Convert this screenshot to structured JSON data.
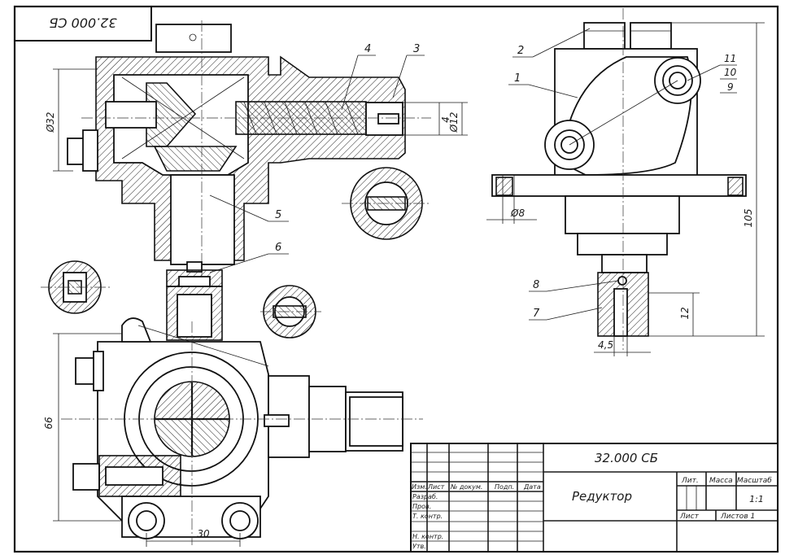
{
  "stamp": {
    "code_mirrored": "32.000 СБ"
  },
  "views": {
    "front_section": {
      "callouts": [
        "3",
        "4",
        "5",
        "6"
      ],
      "dims": {
        "d32": "Ø32",
        "d12": "Ø12",
        "d4": "4"
      }
    },
    "side_view": {
      "callouts": [
        "1",
        "2",
        "7",
        "8",
        "9",
        "10",
        "11"
      ],
      "dims": {
        "d8": "Ø8",
        "h105": "105",
        "h12": "12",
        "w45": "4,5"
      }
    },
    "top_view": {
      "dims": {
        "h66": "66",
        "w30": "30"
      }
    }
  },
  "title_block": {
    "designation": "32.000 СБ",
    "name": "Редуктор",
    "headers": {
      "izm": "Изм.",
      "list": "Лист",
      "doc": "№ докум.",
      "sign": "Подп.",
      "date": "Дата"
    },
    "rows": [
      "Разраб.",
      "Пров.",
      "Т. контр.",
      "Н. контр.",
      "Утв."
    ],
    "lit": "Лит.",
    "mass": "Масса",
    "scale_label": "Масштаб",
    "scale_value": "1:1",
    "sheet": "Лист",
    "sheets": "Листов 1"
  }
}
